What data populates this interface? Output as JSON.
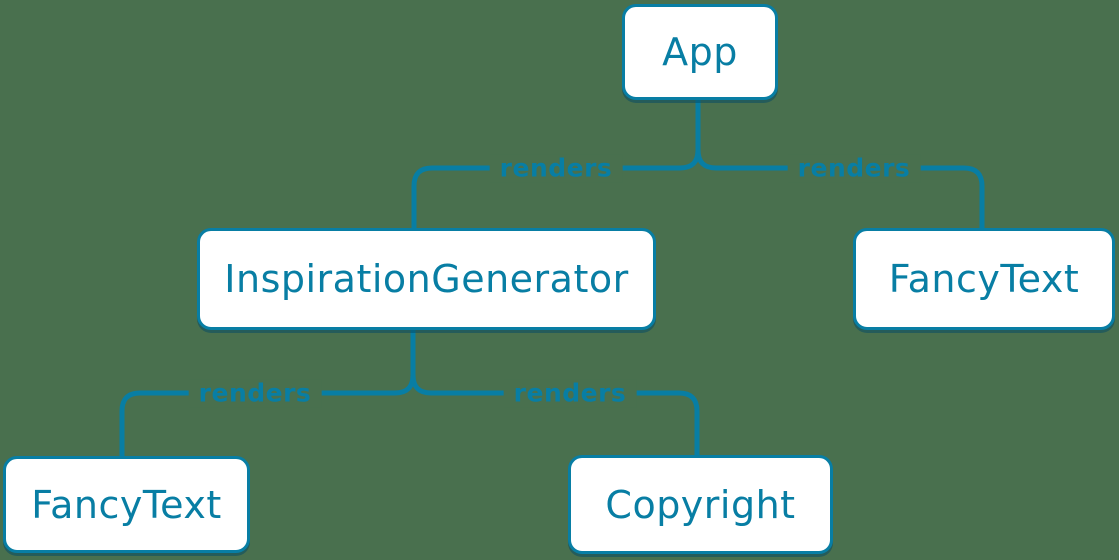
{
  "theme": {
    "bg": "#49704e",
    "accent": "#087ea4",
    "node_fill": "#ffffff",
    "node_shadow": "rgba(8,76,100,0.55)"
  },
  "diagram": {
    "nodes": [
      {
        "id": "app",
        "label": "App"
      },
      {
        "id": "inspiration-generator",
        "label": "InspirationGenerator"
      },
      {
        "id": "fancy-text-top",
        "label": "FancyText"
      },
      {
        "id": "fancy-text-bottom",
        "label": "FancyText"
      },
      {
        "id": "copyright",
        "label": "Copyright"
      }
    ],
    "edges": [
      {
        "from": "App",
        "to": "InspirationGenerator",
        "label": "renders"
      },
      {
        "from": "App",
        "to": "FancyText",
        "label": "renders"
      },
      {
        "from": "InspirationGenerator",
        "to": "FancyText",
        "label": "renders"
      },
      {
        "from": "InspirationGenerator",
        "to": "Copyright",
        "label": "renders"
      }
    ]
  }
}
